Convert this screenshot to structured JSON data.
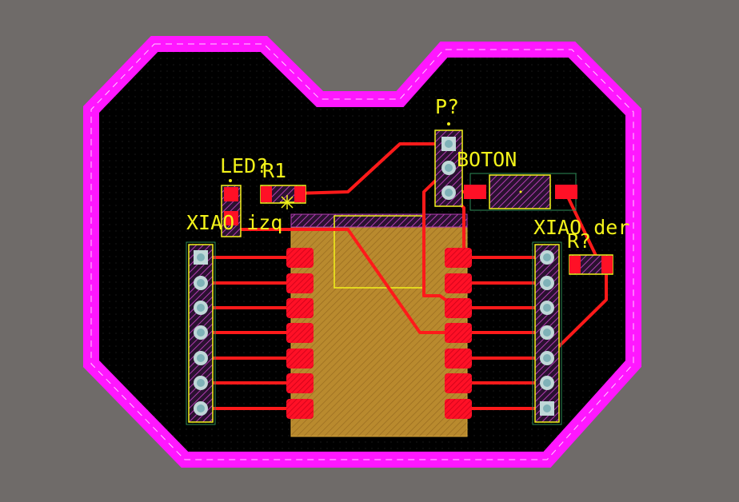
{
  "colors": {
    "background": "#6f6b69",
    "board_fill": "#000000",
    "board_outline": "#ff17ff",
    "copper_trace": "#ff1a1a",
    "pad_smd": "#ff1026",
    "silkscreen": "#f2f21a",
    "module_body": "#b98a2e",
    "through_hole": "#7fb2b8",
    "courtyard": "#2e8b57"
  },
  "labels": {
    "led": "LED?",
    "r1": "R1",
    "xiao_izq": "XIAO izq",
    "p": "P?",
    "boton": "BOTON",
    "xiao_der": "XIAO der",
    "r2": "R?"
  },
  "icons": {
    "origin_marker": "asterisk-icon"
  }
}
